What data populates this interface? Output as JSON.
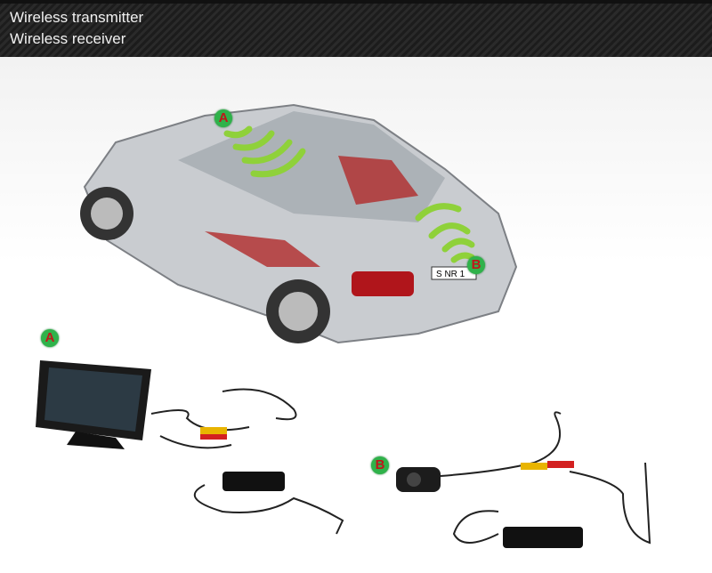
{
  "header": {
    "line1": "Wireless transmitter",
    "line2": "Wireless receiver"
  },
  "markers": {
    "a_car": "A",
    "b_car": "B",
    "a_monitor": "A",
    "b_camera": "B"
  },
  "car": {
    "plate": "S NR 1"
  },
  "colors": {
    "marker": "#2fb24a",
    "marker_text": "#c0161b",
    "signal": "#8fd13a",
    "header_bg": "#222222"
  }
}
